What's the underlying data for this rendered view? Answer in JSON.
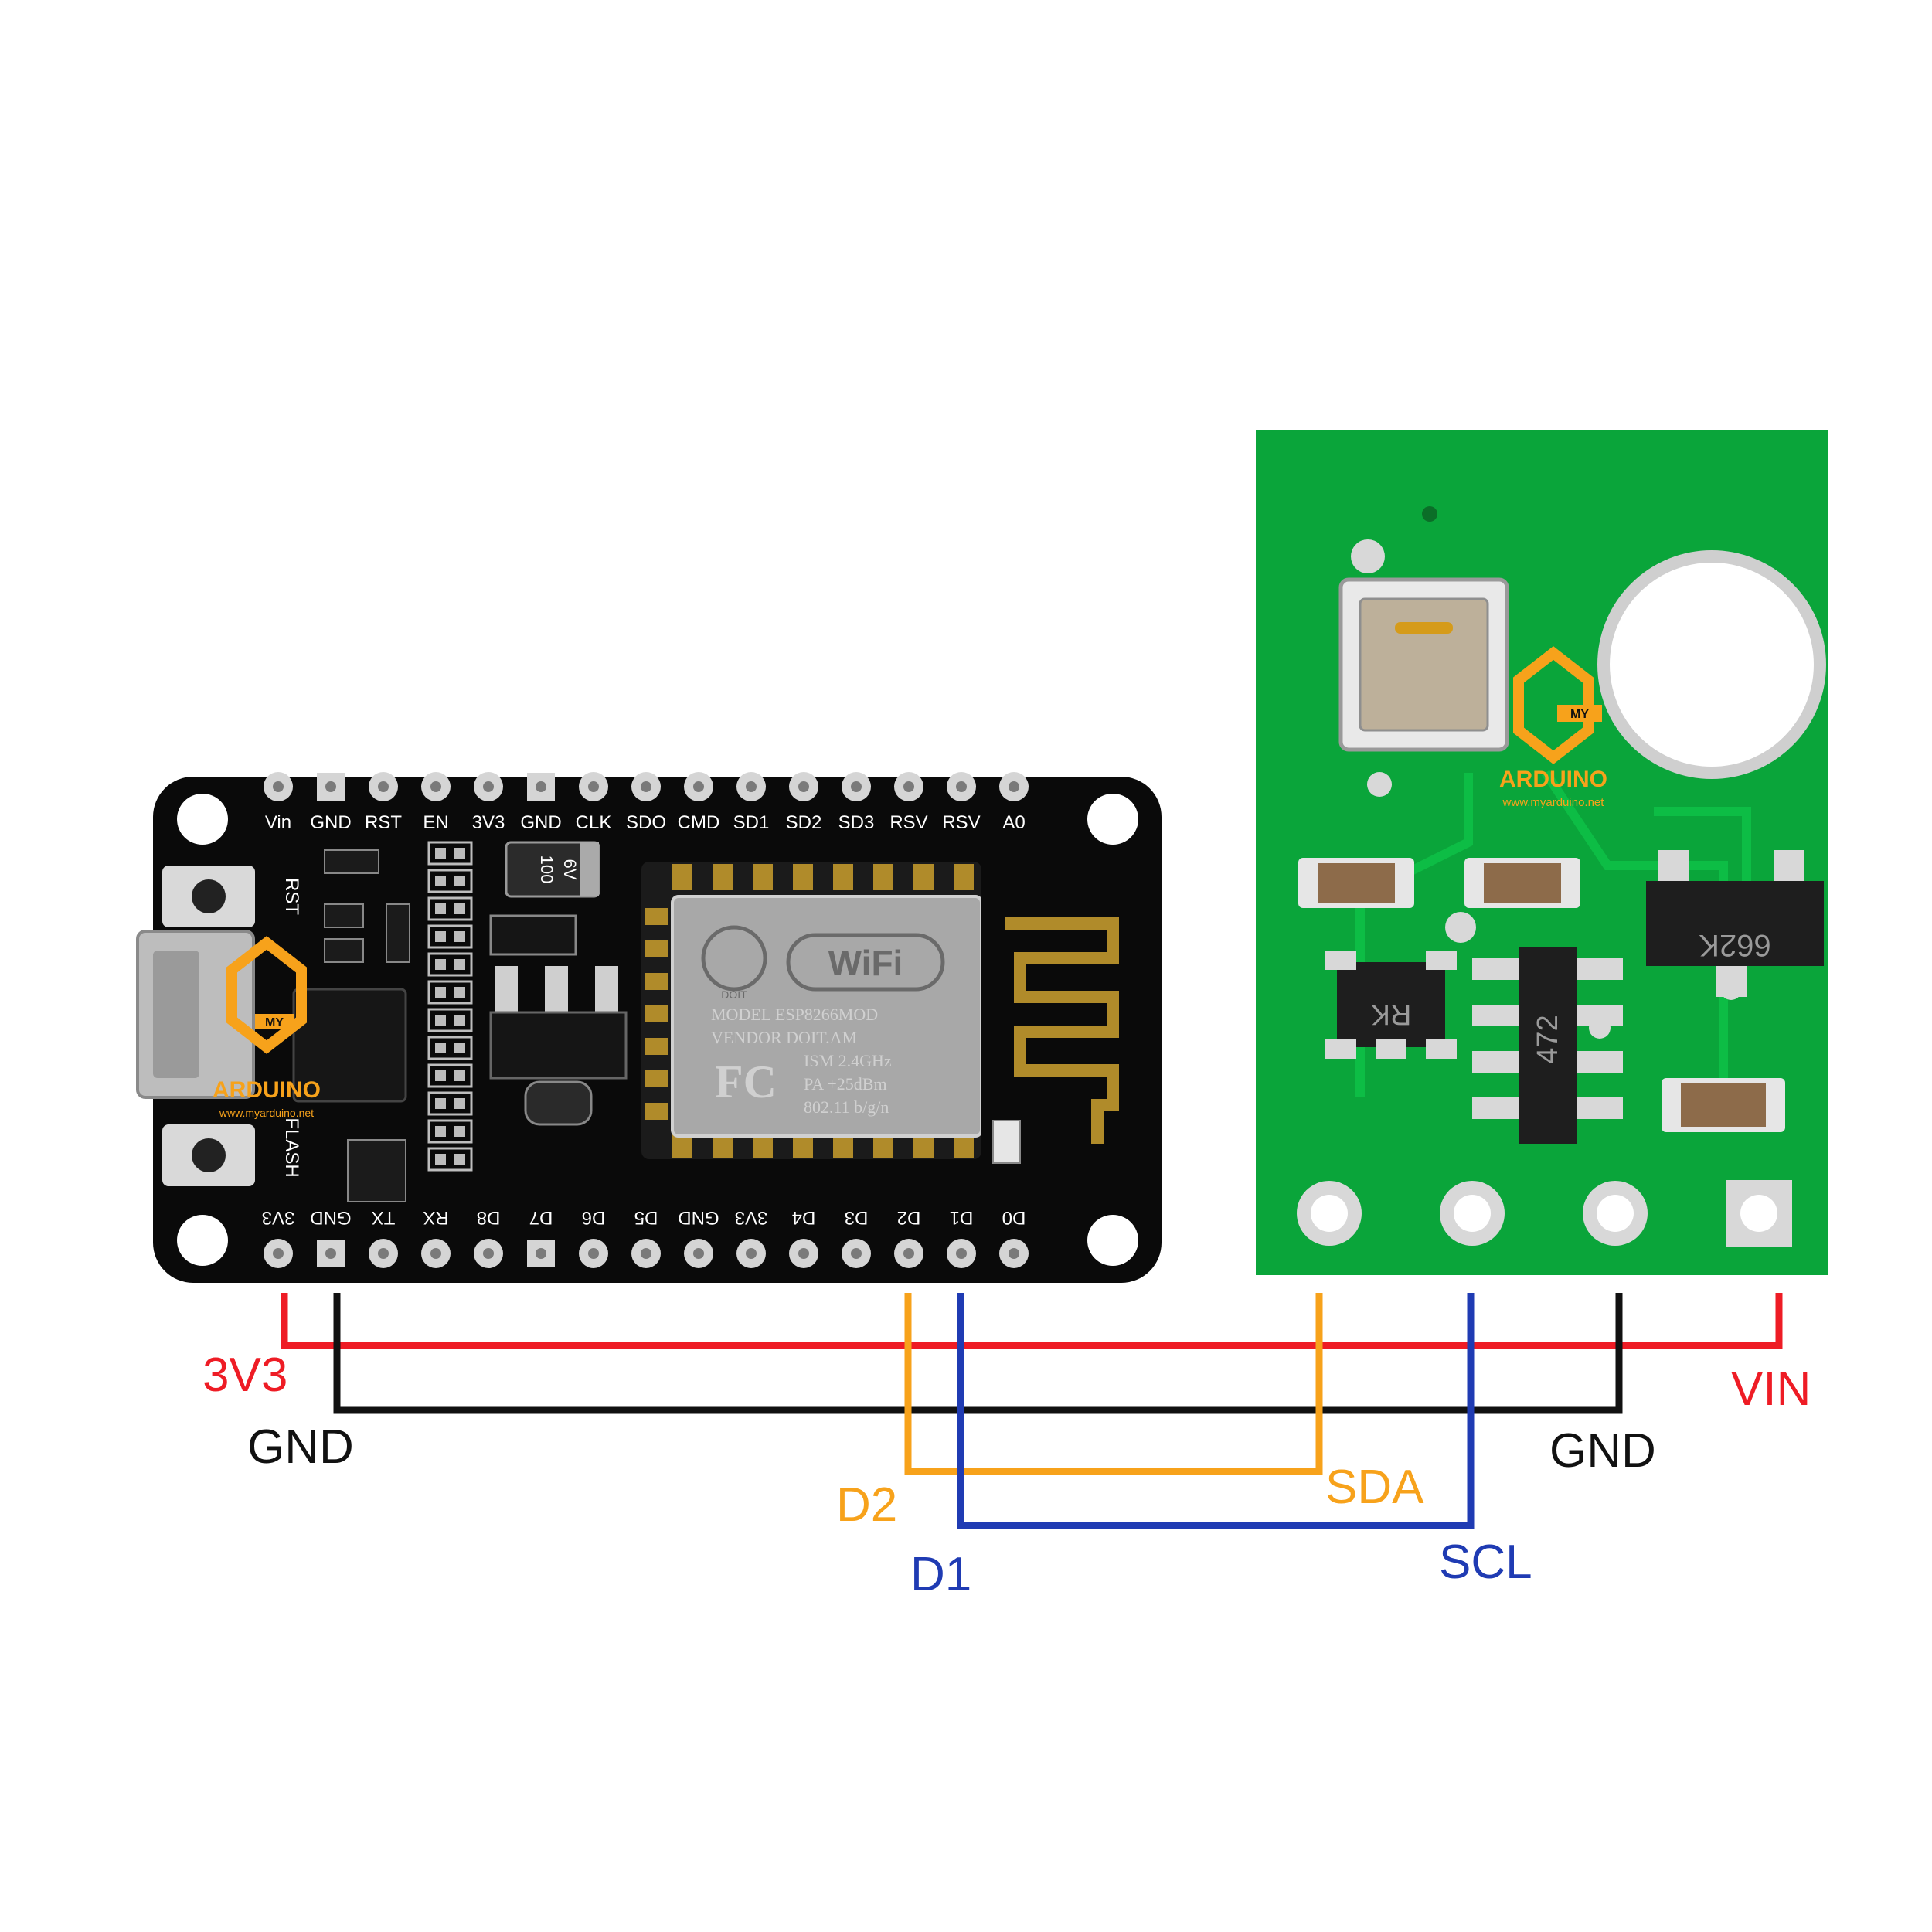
{
  "colors": {
    "power": "#ee1c25",
    "ground": "#111111",
    "sda": "#f7a21b",
    "scl": "#1f3bb3",
    "nodemcu_pcb": "#0a0a0a",
    "sensor_pcb": "#0aa53a"
  },
  "nodemcu": {
    "top_pins": [
      "Vin",
      "GND",
      "RST",
      "EN",
      "3V3",
      "GND",
      "CLK",
      "SDO",
      "CMD",
      "SD1",
      "SD2",
      "SD3",
      "RSV",
      "RSV",
      "A0"
    ],
    "bottom_pins": [
      "3V3",
      "GND",
      "TX",
      "RX",
      "D8",
      "D7",
      "D6",
      "D5",
      "GND",
      "3V3",
      "D4",
      "D3",
      "D2",
      "D1",
      "D0"
    ],
    "buttons": {
      "reset": "RST",
      "flash": "FLASH"
    },
    "capacitor": [
      "100",
      "6V"
    ],
    "module": {
      "wifi_logo": "WiFi",
      "brand_mark": "DOIT",
      "fc_mark": "FC",
      "lines": [
        "MODEL     ESP8266MOD",
        "VENDOR    DOIT.AM",
        "ISM   2.4GHz",
        "PA    +25dBm",
        "802.11 b/g/n"
      ]
    }
  },
  "sensor": {
    "chip_codes": [
      "RK",
      "472",
      "662K"
    ]
  },
  "watermark": {
    "badge": "MY",
    "name": "ARDUINO",
    "url": "www.myarduino.net"
  },
  "wiring": {
    "left": {
      "power": "3V3",
      "ground": "GND",
      "data": "D2",
      "clock": "D1"
    },
    "right": {
      "power": "VIN",
      "ground": "GND",
      "data": "SDA",
      "clock": "SCL"
    }
  }
}
